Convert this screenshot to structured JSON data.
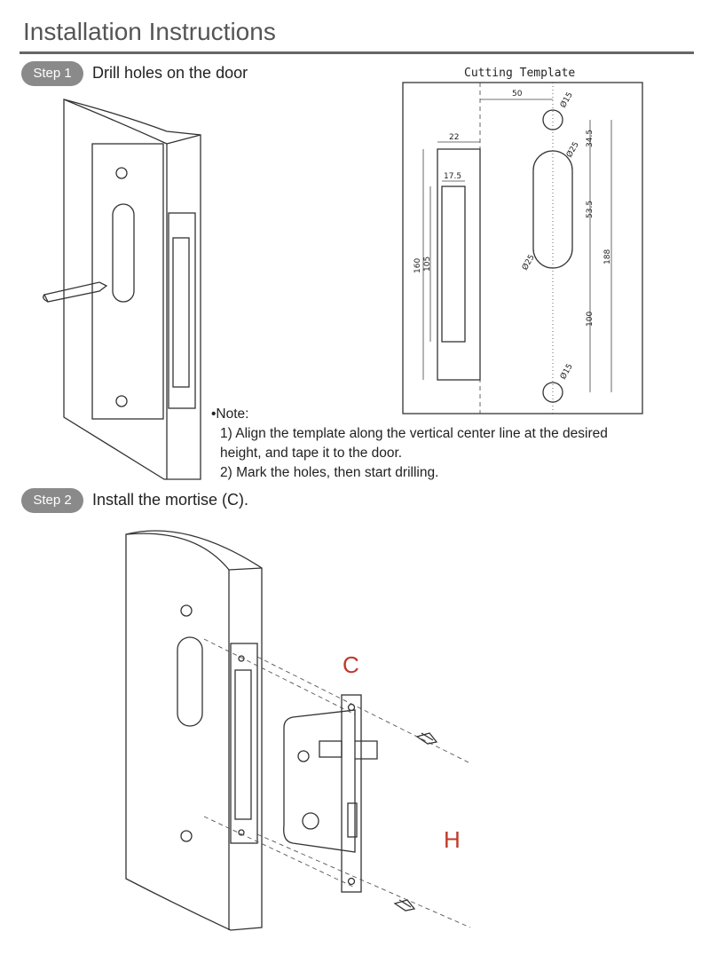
{
  "header": {
    "title": "Installation Instructions"
  },
  "step1": {
    "badge": "Step 1",
    "text": "Drill holes on the door"
  },
  "template": {
    "title": "Cutting Template",
    "dims": {
      "d50": "50",
      "d22": "22",
      "d175": "17.5",
      "d160": "160",
      "d105": "105",
      "d345": "34.5",
      "d535": "53.5",
      "d188": "188",
      "d100": "100",
      "dia15a": "Ø15",
      "dia25a": "Ø25",
      "dia25b": "Ø25",
      "dia15b": "Ø15"
    }
  },
  "note": {
    "label": "•Note:",
    "line1": "1) Align the template along the vertical center line at the desired",
    "line2": "height, and tape it to the door.",
    "line3": "2) Mark the holes, then start drilling."
  },
  "step2": {
    "badge": "Step 2",
    "text": "Install the mortise (C).",
    "label_c": "C",
    "label_h": "H"
  },
  "colors": {
    "badge": "#8a8a8a",
    "part_label": "#c0392b",
    "rule": "#666666"
  }
}
